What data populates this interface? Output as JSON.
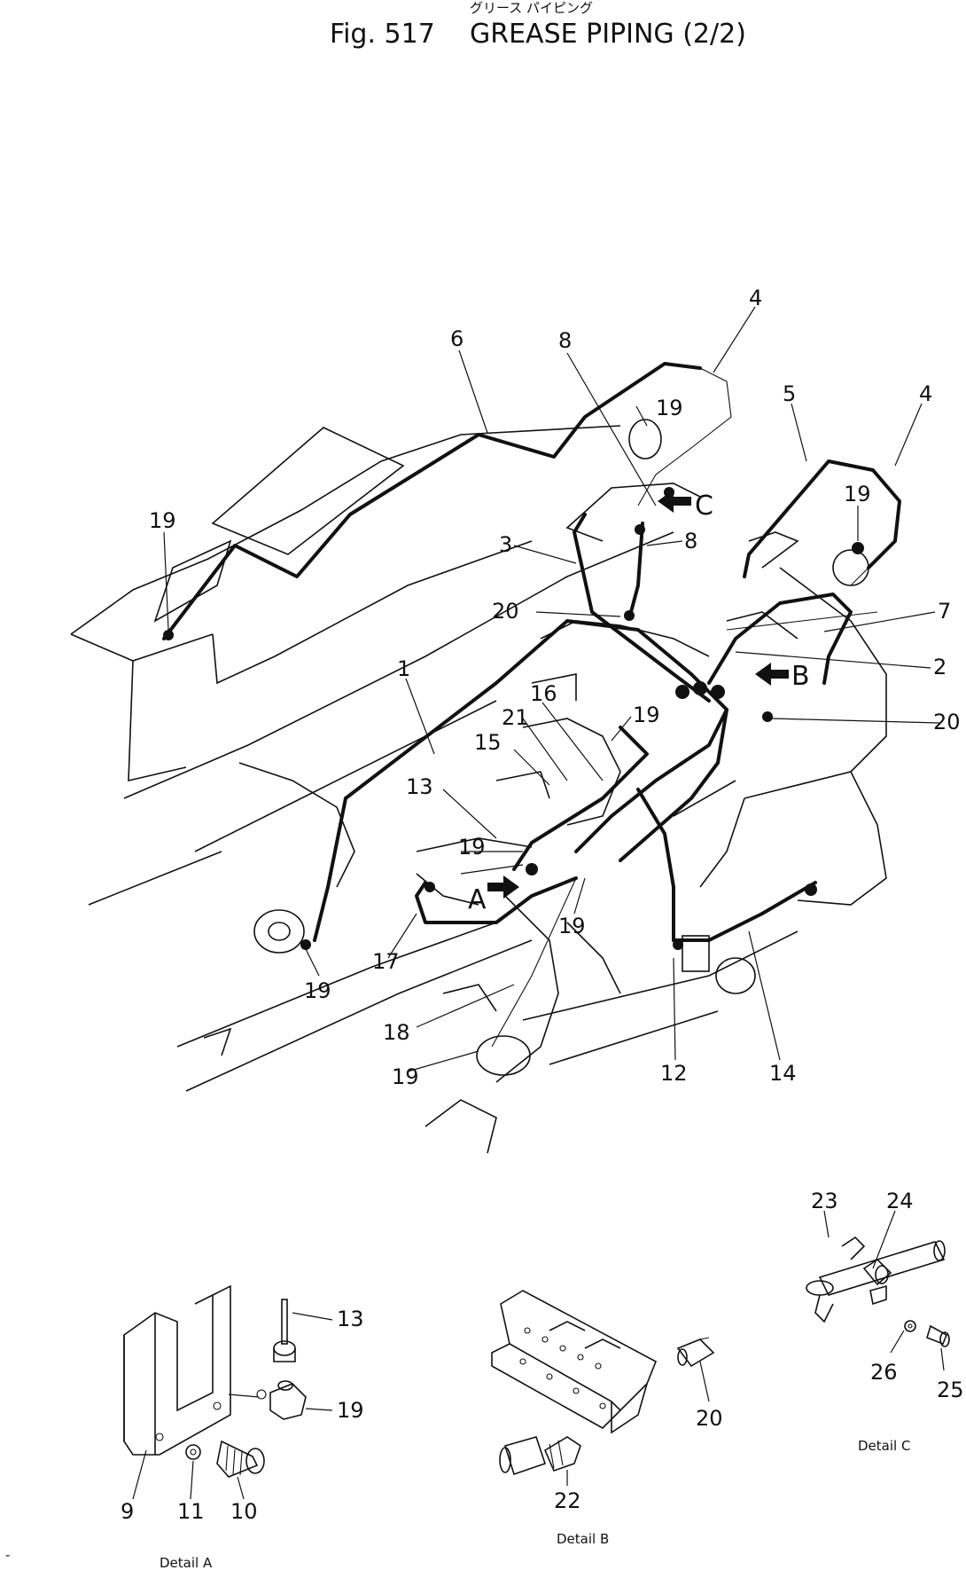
{
  "header": {
    "subtitle_jp": "グリース パイピング",
    "fig_prefix": "Fig. 517",
    "title": "GREASE PIPING (2/2)"
  },
  "arrows": {
    "a": "A",
    "b": "B",
    "c": "C"
  },
  "main_labels": {
    "l4a": "4",
    "l6": "6",
    "l8a": "8",
    "l19a": "19",
    "l5": "5",
    "l4b": "4",
    "l19b": "19",
    "l19c": "19",
    "l8b": "8",
    "l3": "3",
    "l7": "7",
    "l20a": "20",
    "l2": "2",
    "l20b": "20",
    "l1": "1",
    "l16": "16",
    "l19d": "19",
    "l21": "21",
    "l15": "15",
    "l13": "13",
    "l19e": "19",
    "l19f": "19",
    "l17": "17",
    "l19g": "19",
    "l18": "18",
    "l19h": "19",
    "l12": "12",
    "l14": "14"
  },
  "detail_a": {
    "caption": "Detail A",
    "labels": {
      "l13": "13",
      "l19": "19",
      "l9": "9",
      "l11": "11",
      "l10": "10"
    }
  },
  "detail_b": {
    "caption": "Detail B",
    "labels": {
      "l20": "20",
      "l22": "22"
    }
  },
  "detail_c": {
    "caption": "Detail C",
    "labels": {
      "l23": "23",
      "l24": "24",
      "l26": "26",
      "l25": "25"
    }
  },
  "margin_mark": "-"
}
